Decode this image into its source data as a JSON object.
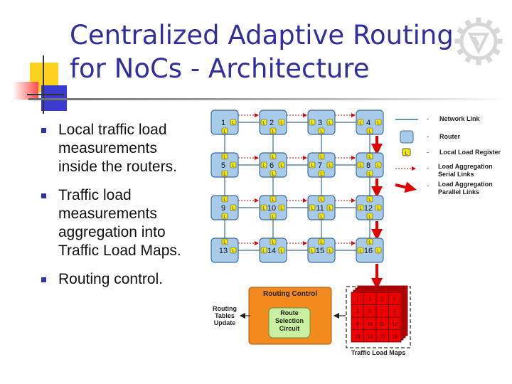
{
  "slide": {
    "title_lines": [
      "Centralized Adaptive Routing",
      "for NoCs - Architecture"
    ],
    "bullets": [
      "Local traffic load measurements inside the routers.",
      "Traffic load measurements aggregation into Traffic Load Maps.",
      "Routing control."
    ]
  },
  "diagram": {
    "routers": [
      "1",
      "2",
      "3",
      "4",
      "5",
      "6",
      "7",
      "8",
      "9",
      "10",
      "11",
      "12",
      "13",
      "14",
      "15",
      "16"
    ],
    "register_label": "L",
    "legend": [
      {
        "dash": "-",
        "label": "Network Link"
      },
      {
        "dash": "-",
        "label": "Router"
      },
      {
        "dash": "-",
        "label": "Local Load Register"
      },
      {
        "dash": "-",
        "label": "Load Aggregation Serial Links"
      },
      {
        "dash": "-",
        "label": "Load Aggregation Parallel Links"
      }
    ],
    "routing_control": {
      "title": "Routing Control",
      "circuit": "Route Selection Circuit"
    },
    "routing_tables_update": "Routing Tables Update",
    "traffic_load_maps": {
      "caption": "Traffic Load Maps",
      "cells": [
        "1",
        "2",
        "3",
        "4",
        "5",
        "6",
        "7",
        "8",
        "9",
        "10",
        "11",
        "12",
        "13",
        "14",
        "15",
        "16"
      ]
    },
    "colors": {
      "router_fill": "#a9cbea",
      "router_stroke": "#3d6e9c",
      "register_fill": "#f4e800",
      "link": "#3d6e9c",
      "serial": "#e00000",
      "parallel": "#e00000",
      "control_fill": "#f28a1e",
      "circuit_fill": "#c8f0a0",
      "map_fill": "#ee0000",
      "title": "#2f2fa0"
    }
  }
}
